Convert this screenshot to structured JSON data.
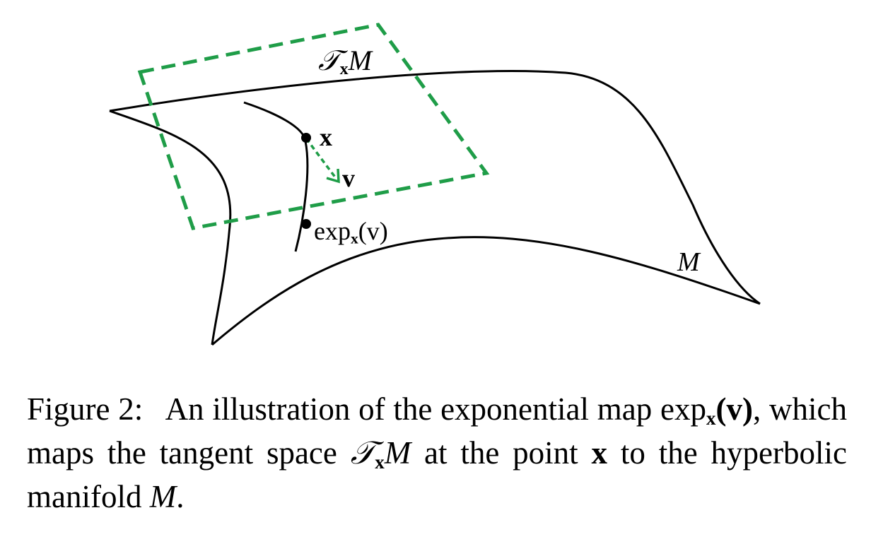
{
  "figure": {
    "labels": {
      "tangent_space": "𝒯",
      "tangent_sub": "x",
      "tangent_M": "M",
      "point": "x",
      "vector": "v",
      "exp_name": "exp",
      "exp_sub": "x",
      "exp_arg": "(v)",
      "manifold": "M"
    },
    "colors": {
      "tangent_plane": "#1f9d48",
      "manifold_curve": "#000000"
    }
  },
  "caption": {
    "prefix": "Figure 2:",
    "text_1": "An illustration of the exponential map",
    "exp_name": "exp",
    "exp_sub": "x",
    "exp_arg": "(v)",
    "text_2": ", which maps the tangent space",
    "tangent_symbol": "𝒯",
    "tangent_sub": "x",
    "tangent_M": "M",
    "text_3": "at the point",
    "point_symbol": "x",
    "text_4": "to the hyperbolic manifold",
    "manifold_symbol": "M",
    "end": "."
  }
}
